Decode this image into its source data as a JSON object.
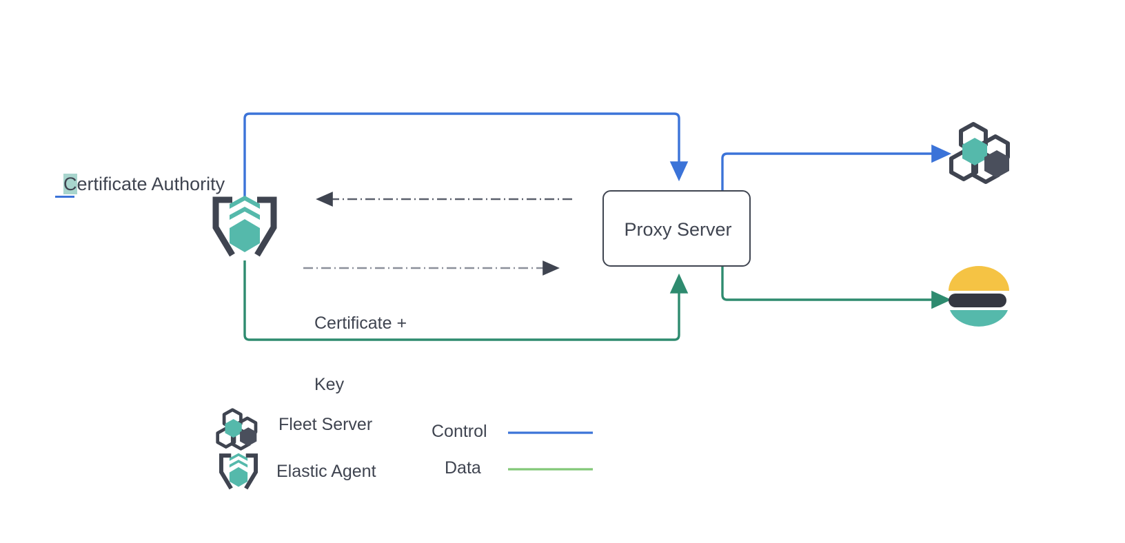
{
  "diagram": {
    "title_node": {
      "label": "Certificate Authority",
      "highlight_char": "C"
    },
    "proxy": {
      "label": "Proxy Server"
    },
    "edge_labels": {
      "certificate_key_line1": "Certificate +",
      "certificate_key_line2": "Key"
    },
    "right_nodes": [
      {
        "name": "fleet-server",
        "icon": "fleet-server-icon"
      },
      {
        "name": "elasticsearch",
        "icon": "elasticsearch-icon"
      }
    ],
    "legend": {
      "icons": [
        {
          "icon": "fleet-server-icon",
          "label": "Fleet Server"
        },
        {
          "icon": "elastic-agent-icon",
          "label": "Elastic Agent"
        }
      ],
      "lines": [
        {
          "label": "Control",
          "color": "#3b73d8"
        },
        {
          "label": "Data",
          "color": "#82c878"
        }
      ]
    },
    "colors": {
      "control_blue": "#3b73d8",
      "data_green": "#2e8b6f",
      "legend_data_green": "#82c878",
      "teal": "#55b9ab",
      "dark_slate": "#3f4450",
      "elastic_yellow": "#f5c344",
      "elastic_dark": "#343741",
      "elastic_teal": "#55b9ab",
      "highlight": "#a8d5cd",
      "text": "#3f4450",
      "background": "#ffffff"
    }
  }
}
